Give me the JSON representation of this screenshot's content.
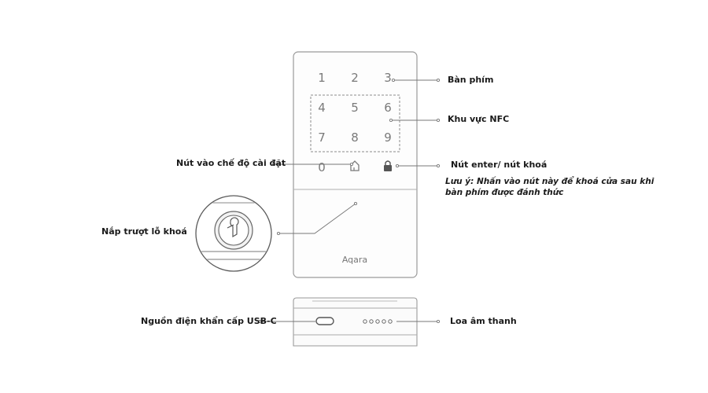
{
  "device": {
    "keys": [
      "1",
      "2",
      "3",
      "4",
      "5",
      "6",
      "7",
      "8",
      "9",
      "0"
    ],
    "brand": "Aqara",
    "speaker_dots": 5
  },
  "labels": {
    "keypad": "Bàn phím",
    "nfc_area": "Khu vực NFC",
    "setup_button": "Nút vào chế độ cài đặt",
    "enter_lock_button": "Nút enter/ nút khoá",
    "note_line1": "Lưu ý: Nhấn vào nút này để khoá cửa sau khi",
    "note_line2": "bàn phím được đánh thức",
    "keyhole_cover": "Nắp trượt lỗ khoá",
    "usb_c": "Nguồn điện khẩn cấp  USB-C",
    "speaker": "Loa âm thanh"
  }
}
